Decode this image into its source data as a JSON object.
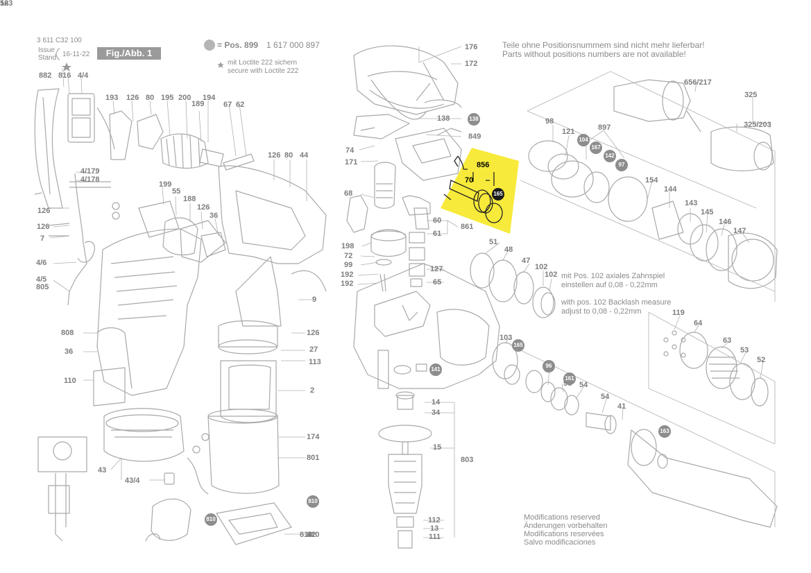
{
  "header": {
    "doc_number": "3 611 C32 100",
    "issue_label": "Issue",
    "stand_label": "Stand",
    "issue_date": "16-11-22",
    "fig_label": "Fig./Abb. 1",
    "pos_ref": "= Pos. 899",
    "pos_part": "1 617 000 897",
    "loctite_de": "mit Loctite 222 sichern",
    "loctite_en": "secure with Loctite 222"
  },
  "notice": {
    "de": "Teile ohne Positionsnummem sind nicht mehr lieferbar!",
    "en": "Parts without positions numbers are not available!"
  },
  "backlash_note": {
    "de_1": "mit Pos. 102 axiales Zahnspiel",
    "de_2": "einstellen auf 0,08 - 0,22mm",
    "en_1": "with pos. 102 Backlash measure",
    "en_2": "adjust to 0,08 - 0,22mm"
  },
  "modifications": {
    "en": "Modifications reserved",
    "de": "Änderungen vorbehalten",
    "fr": "Modifications reservées",
    "es": "Salvo modificaciones"
  },
  "highlight": {
    "color": "#f7ea3a",
    "labels": [
      "856",
      "70",
      "165"
    ]
  },
  "part_labels": [
    "882",
    "816",
    "4/4",
    "193",
    "126",
    "80",
    "195",
    "200",
    "189",
    "194",
    "67",
    "62",
    "4/179",
    "4/178",
    "126",
    "80",
    "44",
    "199",
    "55",
    "188",
    "126",
    "36",
    "126",
    "126",
    "7",
    "4/6",
    "4/5",
    "805",
    "9",
    "126",
    "27",
    "113",
    "808",
    "36",
    "110",
    "2",
    "174",
    "43",
    "43/4",
    "801",
    "810",
    "810",
    "42",
    "176",
    "172",
    "138",
    "849",
    "74",
    "171",
    "68",
    "198",
    "72",
    "99",
    "192",
    "192",
    "60",
    "61",
    "861",
    "51",
    "48",
    "47",
    "102",
    "102",
    "65",
    "127",
    "14",
    "34",
    "15",
    "803",
    "112",
    "13",
    "111",
    "656/217",
    "325",
    "325/203",
    "98",
    "121",
    "897",
    "154",
    "144",
    "143",
    "145",
    "146",
    "147",
    "119",
    "64",
    "63",
    "53",
    "52",
    "103",
    "96",
    "54",
    "54",
    "41",
    "52",
    "163"
  ],
  "circle_labels": [
    "138",
    "141",
    "165",
    "161",
    "96",
    "163",
    "810",
    "810",
    "104",
    "167",
    "142",
    "97"
  ],
  "colors": {
    "line": "#9a9a9a",
    "text": "#8a8a8a"
  }
}
